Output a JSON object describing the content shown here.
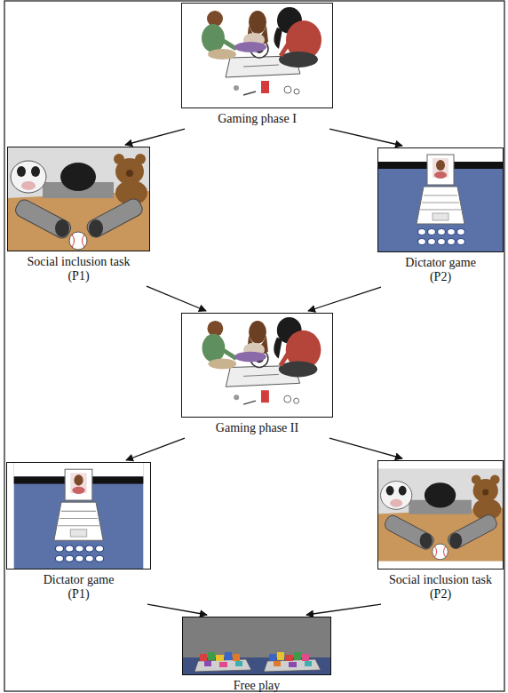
{
  "diagram": {
    "nodes": [
      {
        "text": [
          "Gaming phase I"
        ]
      },
      {
        "text": [
          "Social inclusion task (P1)"
        ]
      },
      {
        "text": [
          "Dictator game (P2)"
        ]
      },
      {
        "text": [
          "Gaming phase II"
        ]
      },
      {
        "text": [
          "Dictator game (P1)"
        ]
      },
      {
        "text": [
          "Social inclusion task (P2)"
        ]
      },
      {
        "text": [
          "Free play"
        ]
      }
    ],
    "edges": [
      {
        "from": 0,
        "to": 1,
        "arrow": "to"
      },
      {
        "from": 0,
        "to": 2,
        "arrow": "to"
      },
      {
        "from": 1,
        "to": 3,
        "arrow": "to"
      },
      {
        "from": 2,
        "to": 3,
        "arrow": "to"
      },
      {
        "from": 3,
        "to": 4,
        "arrow": "to"
      },
      {
        "from": 3,
        "to": 5,
        "arrow": "to"
      },
      {
        "from": 4,
        "to": 6,
        "arrow": "to"
      },
      {
        "from": 5,
        "to": 6,
        "arrow": "to"
      }
    ]
  }
}
